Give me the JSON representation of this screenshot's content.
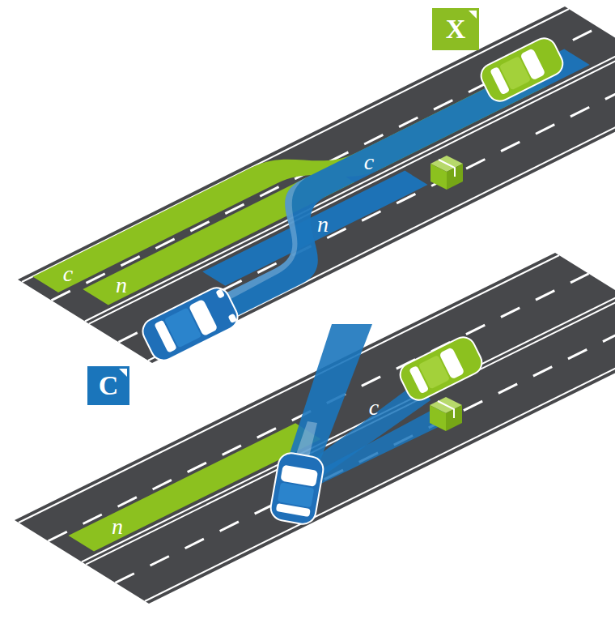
{
  "diagram": {
    "nodes": [
      {
        "text": [
          "X"
        ]
      },
      {
        "text": [
          "C"
        ]
      }
    ],
    "labels": [
      "c",
      "n",
      "c",
      "n",
      "c",
      "n"
    ]
  }
}
